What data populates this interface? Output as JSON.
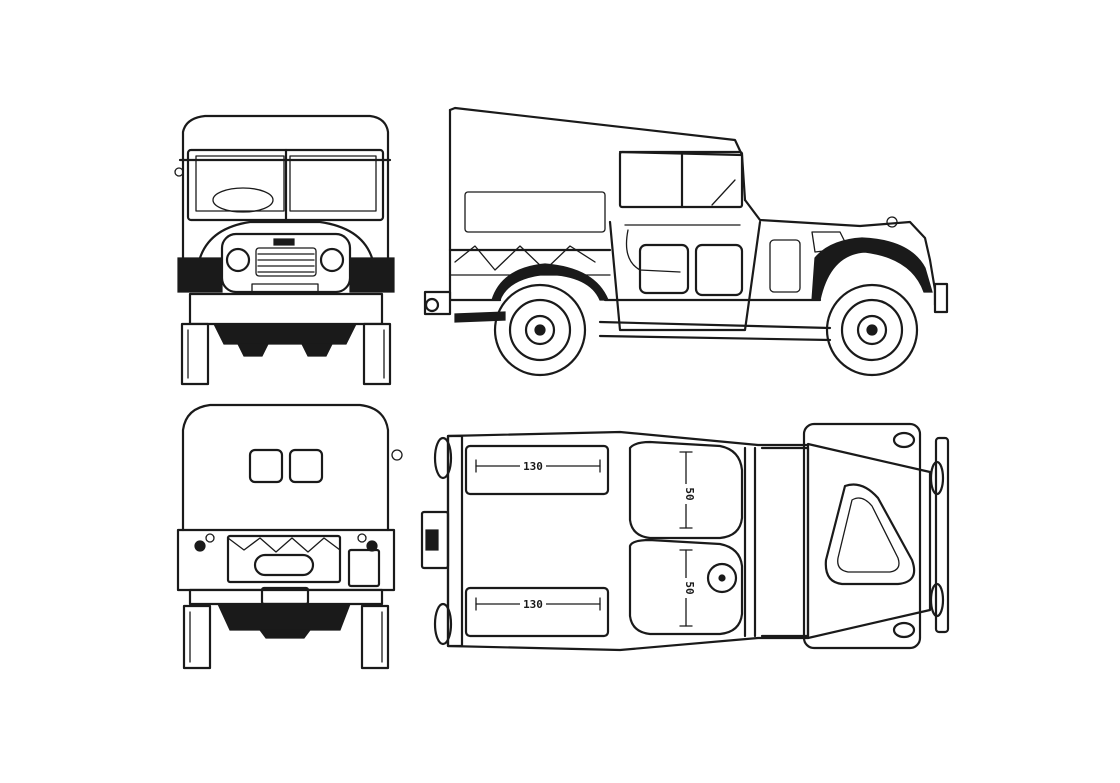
{
  "views": {
    "front": {
      "label": "front-view"
    },
    "side": {
      "label": "side-view"
    },
    "rear": {
      "label": "rear-view"
    },
    "top": {
      "label": "top-view"
    }
  },
  "dimensions": {
    "top_cargo_upper": "130",
    "top_cargo_lower": "130",
    "top_seat_upper": "50",
    "top_seat_lower": "50"
  },
  "colors": {
    "ink": "#1a1a1a",
    "paper": "#ffffff"
  }
}
